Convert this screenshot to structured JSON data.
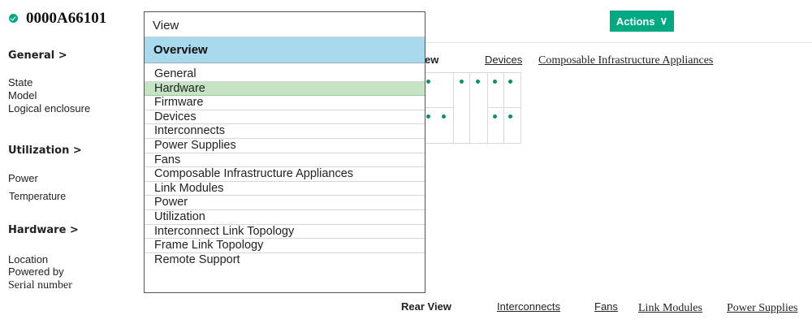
{
  "header": {
    "enclosure_name": "0000A66101",
    "actions_label": "Actions",
    "actions_chevron": "∨"
  },
  "sections": {
    "general": {
      "heading": "General >",
      "fields": [
        "State",
        "Model",
        "Logical enclosure"
      ]
    },
    "utilization": {
      "heading": "Utilization >",
      "fields": [
        "Power",
        "Temperature"
      ]
    },
    "hardware": {
      "heading": "Hardware >",
      "fields": [
        "Location",
        "Powered by",
        "Serial number"
      ]
    }
  },
  "front_view": {
    "label": "View",
    "links": [
      "Devices",
      "Composable Infrastructure Appliances"
    ]
  },
  "rear_view": {
    "label": "Rear View",
    "links": [
      "Interconnects",
      "Fans",
      "Link Modules",
      "Power Supplies"
    ]
  },
  "view_menu": {
    "title": "View",
    "selected": "Overview",
    "highlighted": "Hardware",
    "items": [
      "General",
      "Hardware",
      "Firmware",
      "Devices",
      "Interconnects",
      "Power Supplies",
      "Fans",
      "Composable Infrastructure Appliances",
      "Link Modules",
      "Power",
      "Utilization",
      "Interconnect Link Topology",
      "Frame Link Topology",
      "Remote Support"
    ]
  },
  "colors": {
    "accent": "#01a982",
    "selected_bg": "#a9d9ec",
    "highlight_bg": "#c5e4c3",
    "device_dot": "#0e8f63"
  }
}
